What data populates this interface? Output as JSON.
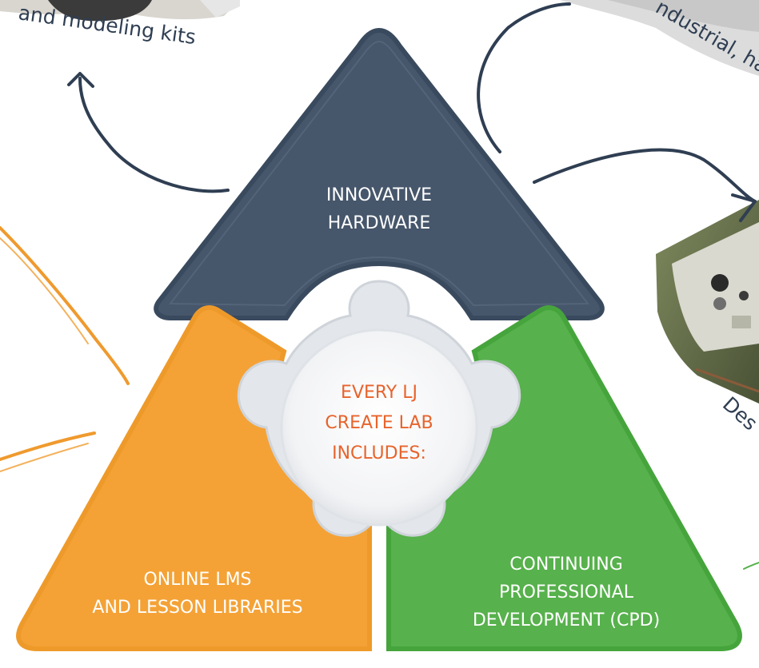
{
  "colors": {
    "hardware": "#46566b",
    "hardware_rim": "#3a4a5e",
    "lms": "#f4a236",
    "lms_rim": "#ee9a2a",
    "cpd": "#57b14c",
    "cpd_rim": "#46a43c",
    "center_text": "#e8632b",
    "arrow": "#2f3e52",
    "accent_stroke": "#ef9a2e"
  },
  "center": {
    "lines": [
      "EVERY LJ",
      "CREATE LAB",
      "INCLUDES:"
    ]
  },
  "segments": {
    "hardware": {
      "lines": [
        "INNOVATIVE",
        "HARDWARE"
      ]
    },
    "lms": {
      "lines": [
        "ONLINE LMS",
        "AND LESSON LIBRARIES"
      ]
    },
    "cpd": {
      "lines": [
        "CONTINUING",
        "PROFESSIONAL",
        "DEVELOPMENT (CPD)"
      ]
    }
  },
  "handwriting": {
    "top_left": "and modeling kits",
    "top_right": "ndustrial, hand",
    "right": "Des"
  },
  "icons": [
    "curved-arrow-icon",
    "device-photo"
  ]
}
